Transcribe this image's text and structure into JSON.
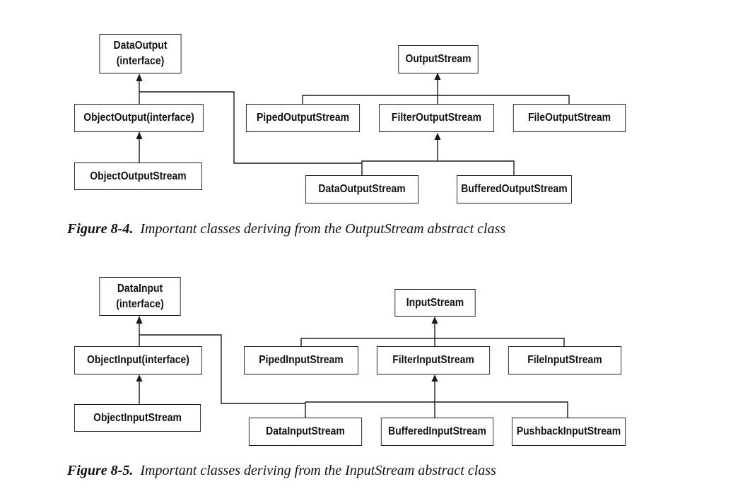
{
  "figure_out": {
    "boxes": {
      "data_output": {
        "line1": "DataOutput",
        "line2": "(interface)"
      },
      "object_output": "ObjectOutput(interface)",
      "object_output_stream": "ObjectOutputStream",
      "output_stream": "OutputStream",
      "piped_output_stream": "PipedOutputStream",
      "filter_output_stream": "FilterOutputStream",
      "file_output_stream": "FileOutputStream",
      "data_output_stream": "DataOutputStream",
      "buffered_output_stream": "BufferedOutputStream"
    },
    "caption_label": "Figure 8-4.",
    "caption_text": "Important classes deriving from the OutputStream abstract class"
  },
  "figure_in": {
    "boxes": {
      "data_input": {
        "line1": "DataInput",
        "line2": "(interface)"
      },
      "object_input": "ObjectInput(interface)",
      "object_input_stream": "ObjectInputStream",
      "input_stream": "InputStream",
      "piped_input_stream": "PipedInputStream",
      "filter_input_stream": "FilterInputStream",
      "file_input_stream": "FileInputStream",
      "data_input_stream": "DataInputStream",
      "buffered_input_stream": "BufferedInputStream",
      "pushback_input_stream": "PushbackInputStream"
    },
    "caption_label": "Figure 8-5.",
    "caption_text": "Important classes deriving from the InputStream abstract class"
  }
}
